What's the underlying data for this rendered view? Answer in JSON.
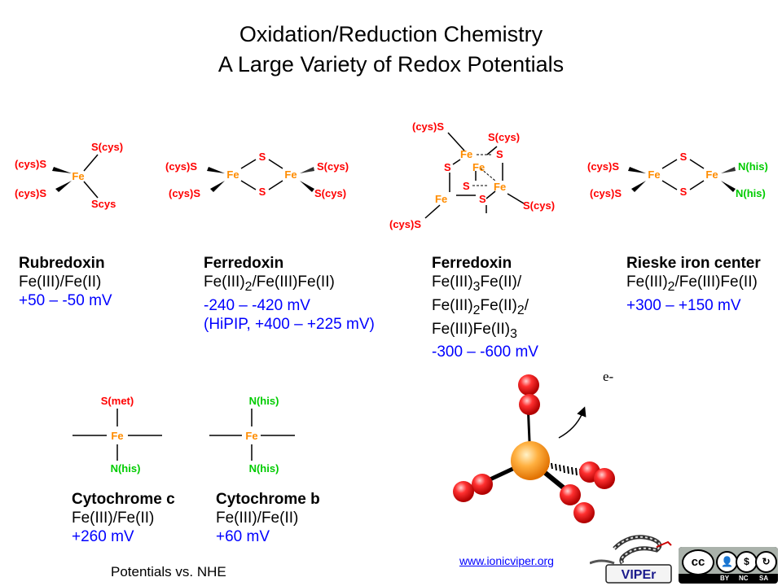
{
  "title": {
    "line1": "Oxidation/Reduction Chemistry",
    "line2": "A Large Variety of Redox Potentials"
  },
  "atoms": {
    "fe": "Fe",
    "s": "S",
    "cys_s_left": "(cys)S",
    "s_cys_right": "S(cys)",
    "scys": "Scys",
    "n_his": "N(his)",
    "s_met": "S(met)"
  },
  "centers": [
    {
      "name": "Rubredoxin",
      "couple_html": "Fe(III)/Fe(II)",
      "potential": "+50 – -50 mV"
    },
    {
      "name": "Ferredoxin",
      "couple_html": "Fe(III)<sub>2</sub>/Fe(III)Fe(II)",
      "potential": "-240 – -420 mV",
      "extra": "(HiPIP, +400 – +225 mV)"
    },
    {
      "name": "Ferredoxin",
      "couple_lines_html": [
        "Fe(III)<sub>3</sub>Fe(II)/",
        "Fe(III)<sub>2</sub>Fe(II)<sub>2</sub>/",
        "Fe(III)Fe(II)<sub>3</sub>"
      ],
      "potential": "-300 – -600 mV"
    },
    {
      "name": "Rieske iron center",
      "couple_html": "Fe(III)<sub>2</sub>/Fe(III)Fe(II)",
      "potential": "+300 – +150 mV"
    },
    {
      "name": "Cytochrome c",
      "couple_html": "Fe(III)/Fe(II)",
      "potential": "+260 mV"
    },
    {
      "name": "Cytochrome b",
      "couple_html": "Fe(III)/Fe(II)",
      "potential": "+60 mV"
    }
  ],
  "electron_label": "e-",
  "footnote": "Potentials vs. NHE",
  "website": "www.ionicviper.org",
  "license": {
    "cc": "cc",
    "by": "BY",
    "nc": "NC",
    "sa": "SA"
  },
  "logo_text": "VIPEr",
  "colors": {
    "iron": "#ff8c00",
    "sulfur": "#ff0000",
    "nitrogen": "#00cc00",
    "potential": "#0000ff"
  }
}
